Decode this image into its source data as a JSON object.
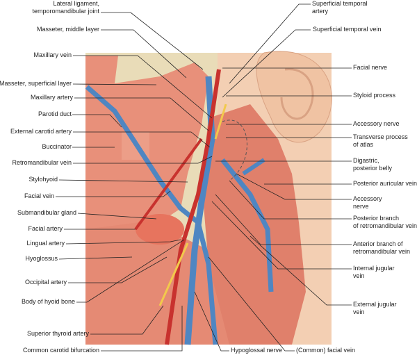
{
  "left_labels": [
    {
      "l1": "Lateral ligament,",
      "l2": "temporomandibular joint"
    },
    {
      "l1": "Masseter, middle layer"
    },
    {
      "l1": "Maxillary vein"
    },
    {
      "l1": "Masseter, superficial layer"
    },
    {
      "l1": "Maxillary artery"
    },
    {
      "l1": "Parotid duct"
    },
    {
      "l1": "External carotid artery"
    },
    {
      "l1": "Buccinator"
    },
    {
      "l1": "Retromandibular vein"
    },
    {
      "l1": "Stylohyoid"
    },
    {
      "l1": "Facial vein"
    },
    {
      "l1": "Submandibular gland"
    },
    {
      "l1": "Facial artery"
    },
    {
      "l1": "Lingual artery"
    },
    {
      "l1": "Hyoglossus"
    },
    {
      "l1": "Occipital artery"
    },
    {
      "l1": "Body of hyoid bone"
    },
    {
      "l1": "Superior thyroid artery"
    },
    {
      "l1": "Common carotid bifurcation"
    }
  ],
  "right_labels": [
    {
      "l1": "Superficial temporal",
      "l2": "artery"
    },
    {
      "l1": "Superficial temporal vein"
    },
    {
      "l1": "Facial nerve"
    },
    {
      "l1": "Styloid process"
    },
    {
      "l1": "Accessory nerve"
    },
    {
      "l1": "Transverse process",
      "l2": "of atlas"
    },
    {
      "l1": "Digastric,",
      "l2": "posterior belly"
    },
    {
      "l1": "Posterior auricular vein"
    },
    {
      "l1": "Accessory",
      "l2": "nerve"
    },
    {
      "l1": "Posterior branch",
      "l2": "of retromandibular vein"
    },
    {
      "l1": "Anterior branch of",
      "l2": "retromandibular vein"
    },
    {
      "l1": "Internal jugular",
      "l2": "vein"
    },
    {
      "l1": "External jugular",
      "l2": "vein"
    }
  ],
  "bottom_labels": [
    {
      "l1": "Hypoglossal nerve"
    },
    {
      "l1": "(Common) facial vein"
    }
  ],
  "colors": {
    "muscle": "#e8907a",
    "bone": "#e9dcb8",
    "vein": "#4f86c2",
    "artery": "#c8322e",
    "skin": "#f0c3a3",
    "nerve": "#f2c94c"
  }
}
